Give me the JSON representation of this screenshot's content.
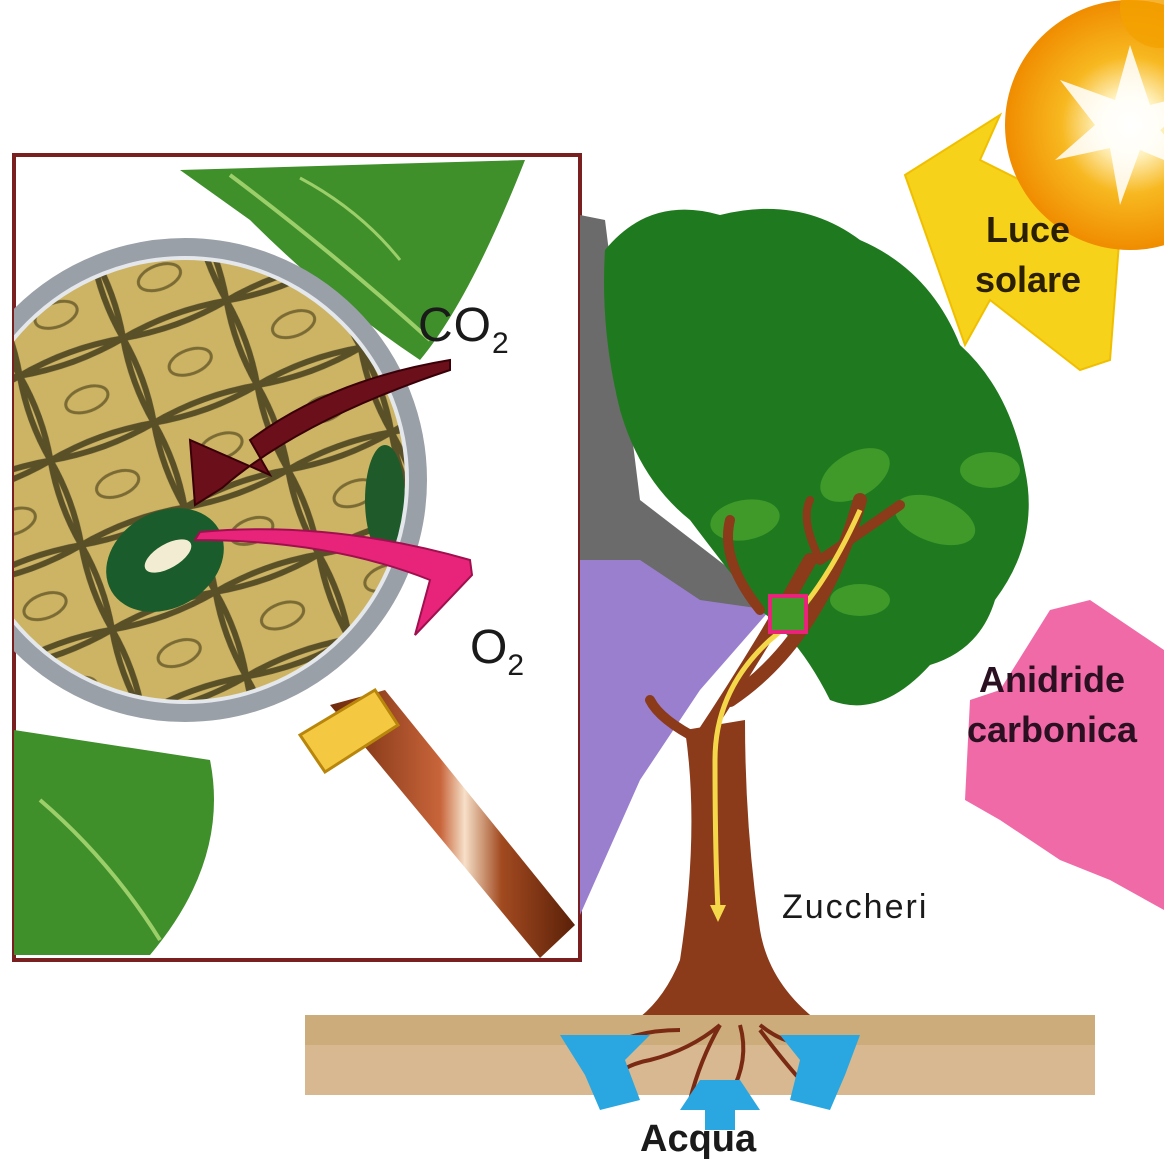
{
  "labels": {
    "co2": "CO",
    "co2_sub": "2",
    "o2": "O",
    "o2_sub": "2",
    "luce_line1": "Luce",
    "luce_line2": "solare",
    "anidride_line1": "Anidride",
    "anidride_line2": "carbonica",
    "zuccheri": "Zuccheri",
    "acqua": "Acqua"
  },
  "colors": {
    "leaf_green": "#2e7d1e",
    "canopy_green": "#1f7a1f",
    "trunk_brown": "#8b3a1a",
    "sun_orange": "#f4a100",
    "sun_yellow": "#f7d21a",
    "co2_arrow": "#6b0f1a",
    "o2_arrow": "#e8247a",
    "co2_cloud": "#f06aa8",
    "water_arrow": "#2aa7e0",
    "soil": "#d8b890",
    "frame_border": "#7a1f1f",
    "cells": "#c8b060"
  }
}
